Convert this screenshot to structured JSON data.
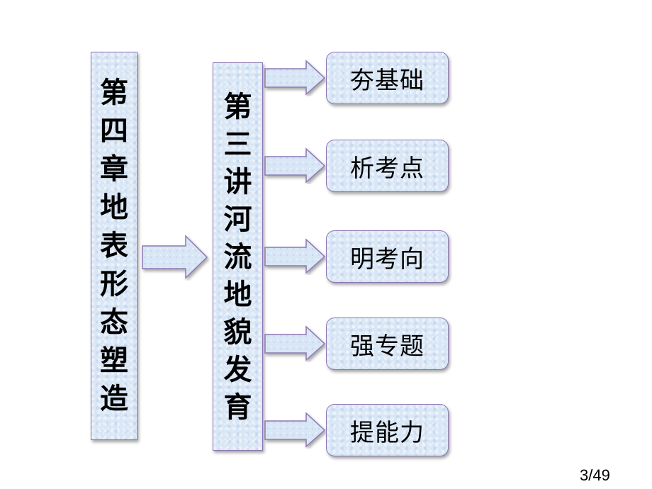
{
  "chapter": {
    "title": "第四章地表形态塑造",
    "chars": [
      "第",
      "四",
      "章",
      "地",
      "表",
      "形",
      "态",
      "塑",
      "造"
    ]
  },
  "lecture": {
    "title": "第三讲河流地貌发育",
    "chars": [
      "第",
      "三",
      "讲",
      "河",
      "流",
      "地",
      "貌",
      "发",
      "育"
    ]
  },
  "sections": [
    {
      "label": "夯基础"
    },
    {
      "label": "析考点"
    },
    {
      "label": "明考向"
    },
    {
      "label": "强专题"
    },
    {
      "label": "提能力"
    }
  ],
  "page_indicator": "3/49",
  "colors": {
    "box_fill": "#d8e6f5",
    "box_border": "#8c78b4",
    "text": "#000000"
  }
}
